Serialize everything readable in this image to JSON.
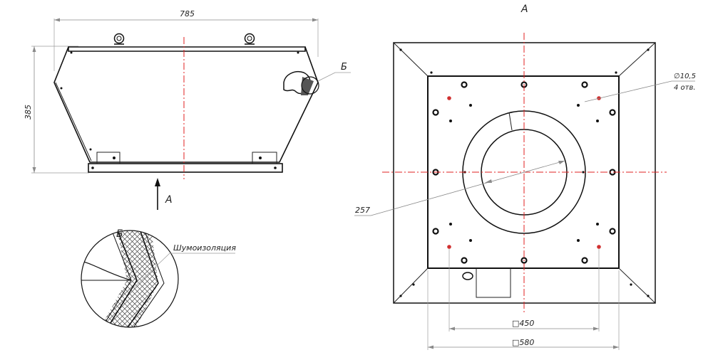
{
  "side_view": {
    "width_dim": "785",
    "height_dim": "385",
    "detail_callout": "Б",
    "view_arrow_label": "А"
  },
  "detail_view": {
    "title": "Б",
    "insulation_label": "Шумоизоляция"
  },
  "plan_view": {
    "title": "А",
    "hole_diameter": "∅10,5",
    "hole_count": "4 отв.",
    "diameter_dim": "257",
    "inner_square_dim": "□450",
    "outer_square_dim": "□580"
  },
  "colors": {
    "outline": "#111111",
    "dimension": "#8a8a8a",
    "axis": "#e02020"
  }
}
